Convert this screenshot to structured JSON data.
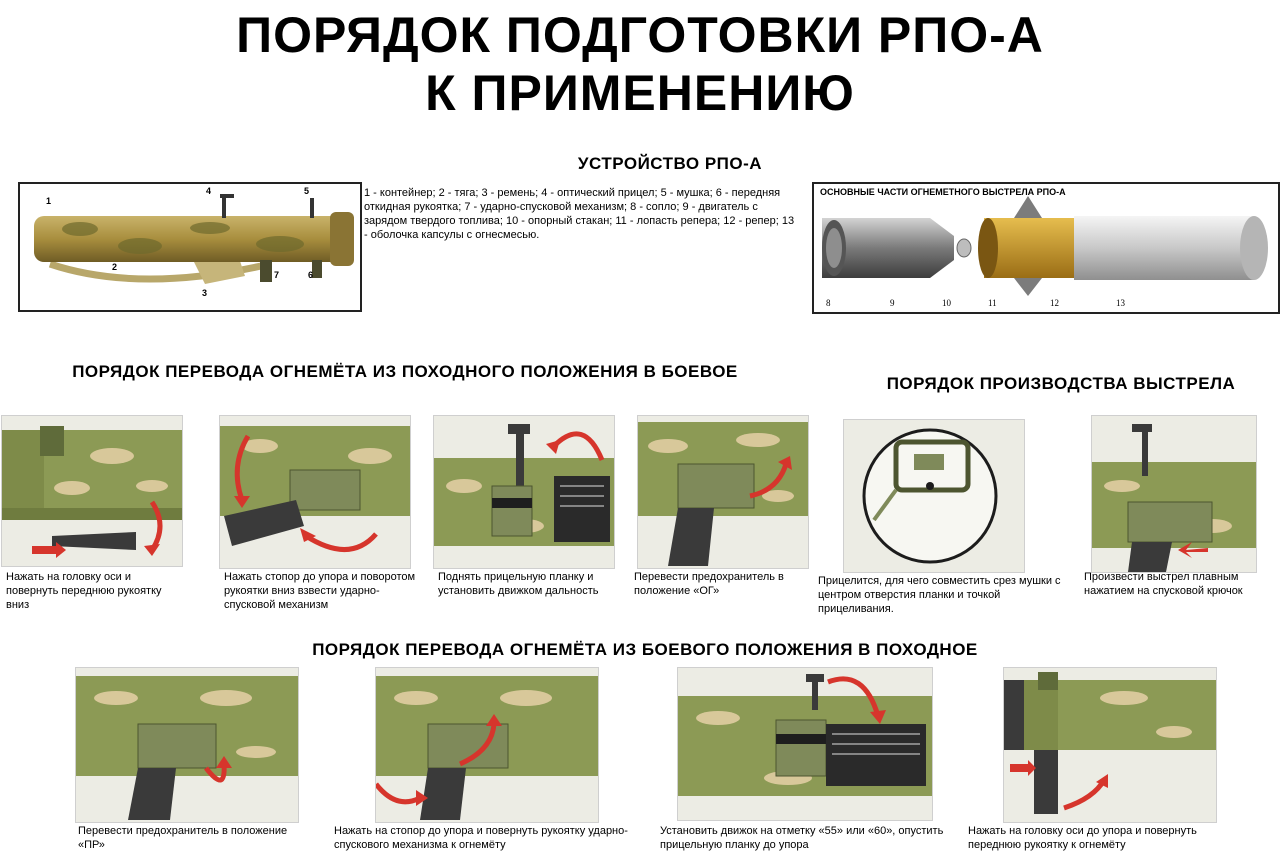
{
  "title": {
    "line1": "ПОРЯДОК ПОДГОТОВКИ РПО-А",
    "line2": "К ПРИМЕНЕНИЮ"
  },
  "device": {
    "heading": "УСТРОЙСТВО РПО-А",
    "description": "1 - контейнер; 2 - тяга; 3 - ремень; 4 - оптический прицел; 5 - мушка; 6 - передняя откидная рукоятка; 7 - ударно-спусковой механизм; 8 - сопло; 9 - двигатель с зарядом твердого топлива; 10 - опорный стакан; 11 - лопасть репера; 12 - репер; 13 - оболочка капсулы с огнесмесью.",
    "left_callouts": [
      "1",
      "2",
      "3",
      "4",
      "5",
      "6",
      "7"
    ],
    "right_heading": "ОСНОВНЫЕ ЧАСТИ ОГНЕМЕТНОГО ВЫСТРЕЛА РПО-А",
    "right_callouts": [
      "8",
      "9",
      "10",
      "11",
      "12",
      "13"
    ]
  },
  "to_combat": {
    "heading": "ПОРЯДОК ПЕРЕВОДА ОГНЕМЁТА ИЗ ПОХОДНОГО ПОЛОЖЕНИЯ В БОЕВОЕ",
    "steps": [
      {
        "caption": "Нажать на головку оси и повернуть переднюю рукоятку вниз"
      },
      {
        "caption": "Нажать стопор до упора и поворотом рукоятки вниз взвести ударно-спусковой механизм"
      },
      {
        "caption": "Поднять прицельную планку и установить движком дальность"
      },
      {
        "caption": "Перевести предохранитель в положение «ОГ»"
      }
    ]
  },
  "firing": {
    "heading": "ПОРЯДОК ПРОИЗВОДСТВА ВЫСТРЕЛА",
    "steps": [
      {
        "caption": "Прицелится, для чего совместить срез мушки с центром отверстия планки и точкой прицеливания."
      },
      {
        "caption": "Произвести выстрел плавным нажатием на спусковой крючок"
      }
    ]
  },
  "to_travel": {
    "heading": "ПОРЯДОК ПЕРЕВОДА ОГНЕМЁТА ИЗ БОЕВОГО ПОЛОЖЕНИЯ В ПОХОДНОЕ",
    "steps": [
      {
        "caption": "Перевести предохранитель в положение «ПР»"
      },
      {
        "caption": "Нажать на стопор до упора и повернуть рукоятку ударно-спускового механизма к огнемёту"
      },
      {
        "caption": "Установить движок на отметку «55» или «60», опустить прицельную планку до упора"
      },
      {
        "caption": "Нажать на головку оси до упора и повернуть переднюю рукоятку к огнемёту"
      }
    ]
  },
  "colors": {
    "tube": "#8c9a55",
    "camo_light": "#d8c89a",
    "camo_dark": "#5f6b3a",
    "metal": "#7f8a5a",
    "arrow": "#d6352c",
    "grip": "#3a3a3a"
  }
}
